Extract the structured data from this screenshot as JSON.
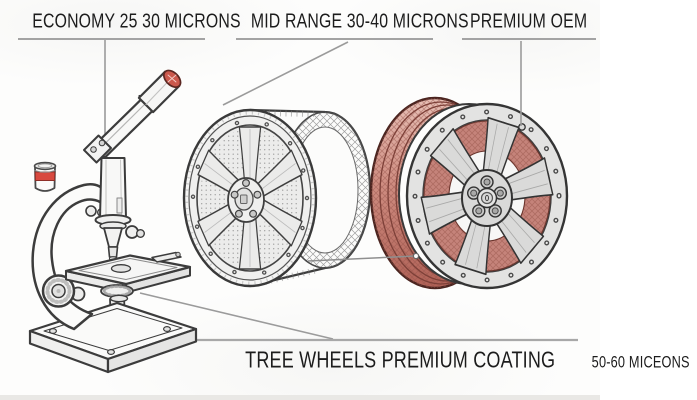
{
  "header_labels": {
    "economy": {
      "label": "ECONOMY 25 30 MICRONS"
    },
    "mid_range": {
      "label": "MID RANGE 30-40 MICRONS"
    },
    "premium": {
      "label": "PREMIUM OEM"
    }
  },
  "footer": {
    "label": "TREE WHEELS PREMIUM COATING",
    "detail": "50-60 MICEONS"
  },
  "figures": {
    "microscope": "microscope-line-art",
    "specimen_jar": "red-paint-jar",
    "wheel_mid_range": "alloy-wheel-uncoated",
    "wheel_premium": "alloy-wheel-red-coated-barrel"
  },
  "colors": {
    "text": "#1c1c1c",
    "line_art": "#3c3c3c",
    "leader_line": "#9b9b9b",
    "underline": "#a3a3a3",
    "coating_red": "#c5837a",
    "coating_red_dark": "#7d4038",
    "jar_red": "#d8493f",
    "wheel_gray": "#e3e3e2",
    "background": "#fdfdfc"
  }
}
